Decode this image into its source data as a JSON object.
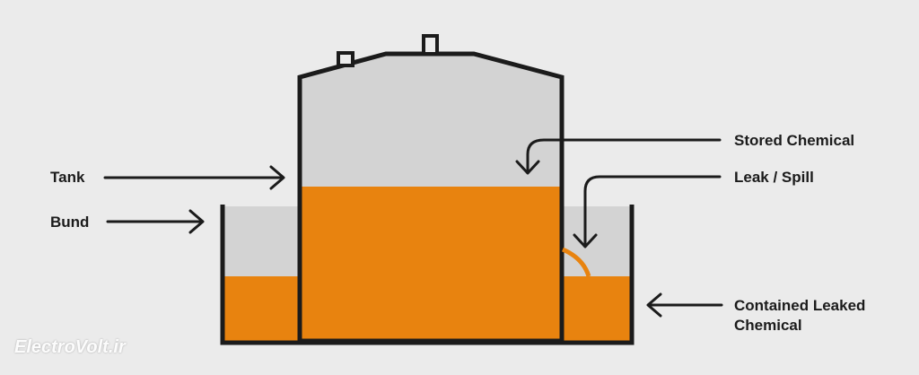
{
  "labels": {
    "tank": "Tank",
    "bund": "Bund",
    "stored_chemical": "Stored Chemical",
    "leak_spill": "Leak / Spill",
    "contained_line1": "Contained Leaked",
    "contained_line2": "Chemical"
  },
  "watermark": "ElectroVolt.ir",
  "colors": {
    "background": "#ebebeb",
    "chemical": "#e8830f",
    "empty_space": "#d3d3d3",
    "outline": "#1b1b1b"
  }
}
